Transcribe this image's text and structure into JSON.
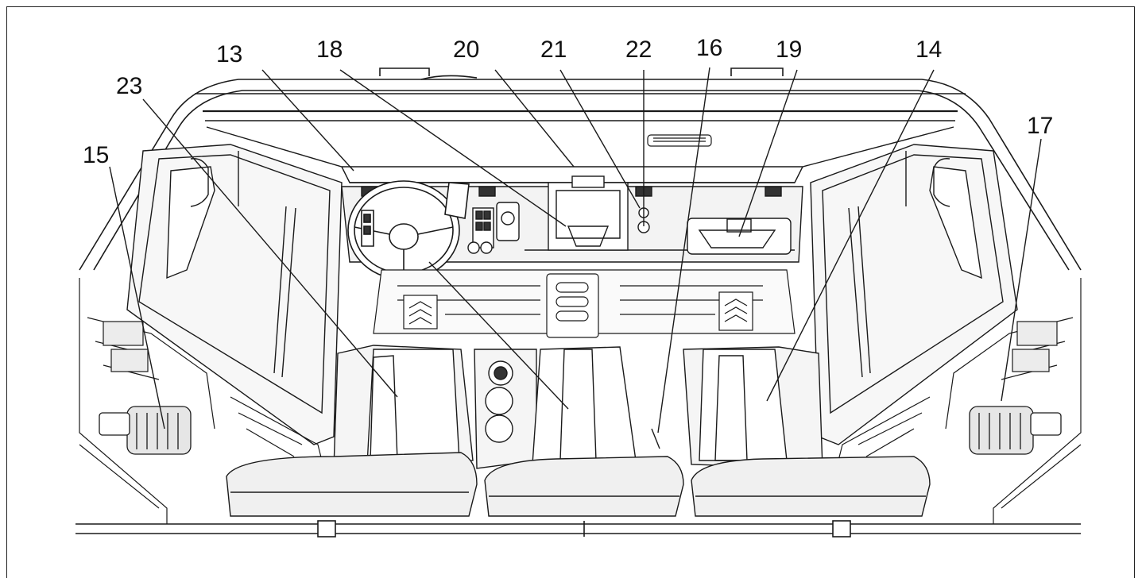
{
  "callouts": [
    {
      "id": "c13",
      "label": "13"
    },
    {
      "id": "c18",
      "label": "18"
    },
    {
      "id": "c20",
      "label": "20"
    },
    {
      "id": "c21",
      "label": "21"
    },
    {
      "id": "c22",
      "label": "22"
    },
    {
      "id": "c16",
      "label": "16"
    },
    {
      "id": "c19",
      "label": "19"
    },
    {
      "id": "c14",
      "label": "14"
    },
    {
      "id": "c23",
      "label": "23"
    },
    {
      "id": "c15",
      "label": "15"
    },
    {
      "id": "c17",
      "label": "17"
    }
  ],
  "colors": {
    "line": "#1a1a1a",
    "fill_light": "#f4f4f4",
    "fill_mid": "#d9d9d9",
    "fill_dark": "#333333",
    "background": "#ffffff"
  }
}
